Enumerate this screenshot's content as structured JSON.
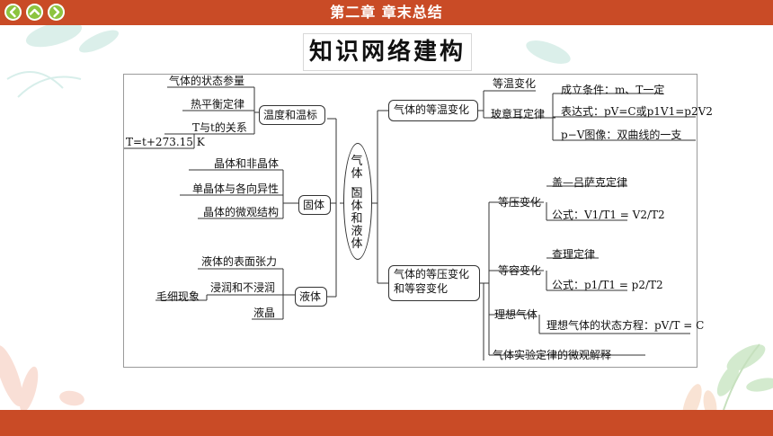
{
  "header": {
    "chapter": "第二章 章末总结",
    "colors": {
      "bar": "#c94b26",
      "nav_button": "#8dc43f"
    },
    "nav_icons": [
      "chevron-left-icon",
      "chevron-up-icon",
      "chevron-right-icon"
    ]
  },
  "title": "知识网络建构",
  "mindmap": {
    "center": "气体、固体和液体",
    "left": [
      {
        "label": "温度和温标",
        "children": [
          "气体的状态参量",
          "热平衡定律",
          "T与t的关系",
          "T=t+273.15 K"
        ]
      },
      {
        "label": "固体",
        "children": [
          "晶体和非晶体",
          "单晶体与各向异性",
          "晶体的微观结构"
        ]
      },
      {
        "label": "液体",
        "children": [
          "液体的表面张力",
          "浸润和不浸润",
          "毛细现象",
          "液晶"
        ]
      }
    ],
    "right": [
      {
        "label": "气体的等温变化",
        "children": [
          {
            "label": "等温变化"
          },
          {
            "label": "玻意耳定律",
            "details": [
              "成立条件：m、T一定",
              "表达式：pV=C或p1V1=p2V2",
              "p−V图像：双曲线的一支"
            ]
          }
        ]
      },
      {
        "label": "气体的等压变化和等容变化",
        "children": [
          {
            "label": "等压变化",
            "law": "盖—吕萨克定律",
            "formula": "公式：V1/T1 = V2/T2"
          },
          {
            "label": "等容变化",
            "law": "查理定律",
            "formula": "公式：p1/T1 = p2/T2"
          },
          {
            "label": "理想气体",
            "formula": "理想气体的状态方程：pV/T = C"
          },
          {
            "label": "气体实验定律的微观解释"
          }
        ]
      }
    ]
  }
}
